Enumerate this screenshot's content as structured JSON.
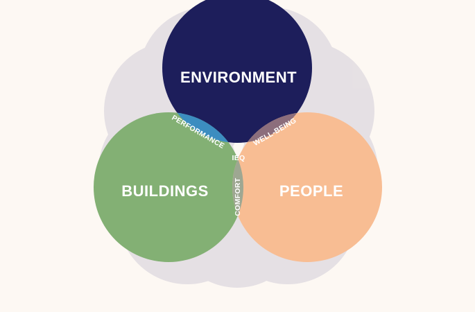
{
  "diagram": {
    "colors": {
      "background": "#fdf8f3",
      "halo": "#c9c5d3",
      "environment": "#1d1e5b",
      "buildings": "#83b074",
      "people": "#f8bd93",
      "performance": "#3c8dc0",
      "well_being": "#8c6e7c",
      "comfort": "#9ea792",
      "ieq": "#7b7b73"
    },
    "circles": {
      "environment": "ENVIRONMENT",
      "buildings": "BUILDINGS",
      "people": "PEOPLE"
    },
    "overlaps": {
      "performance": "PERFORMANCE",
      "well_being": "WELL-BEING",
      "comfort": "COMFORT",
      "center": "IEQ"
    }
  }
}
